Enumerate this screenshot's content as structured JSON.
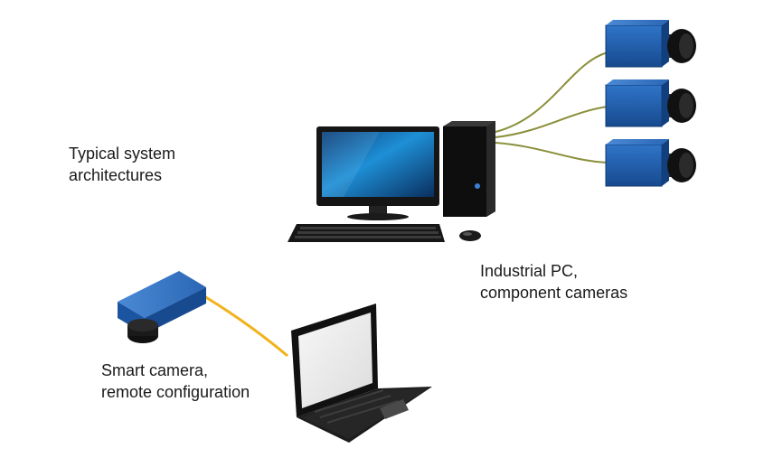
{
  "labels": {
    "typical": [
      "Typical system",
      "architectures"
    ],
    "industrial": [
      "Industrial PC,",
      "component cameras"
    ],
    "smart": [
      "Smart camera,",
      "remote configuration"
    ]
  },
  "icons": [
    "component-camera-icon",
    "monitor-icon",
    "pc-tower-icon",
    "keyboard-icon",
    "mouse-icon",
    "smart-camera-icon",
    "laptop-icon"
  ],
  "colors": {
    "camera_blue": "#1f5fb0",
    "camera_lens": "#111111",
    "pc_cable": "#8a8f3a",
    "smart_cable": "#f2b21a",
    "screen_blue": "#1e8fd6"
  }
}
